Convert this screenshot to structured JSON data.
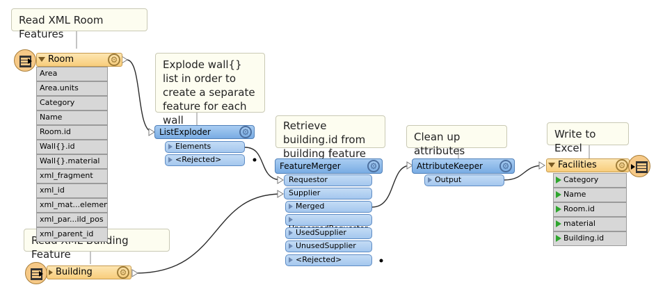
{
  "annotations": {
    "read_room": "Read XML Room Features",
    "explode": "Explode wall{} list in order to create a separate feature for each wall",
    "retrieve": "Retrieve building.id from building feature",
    "cleanup": "Clean up attributes",
    "write_excel": "Write to Excel",
    "read_building": "Read XML Building Feature"
  },
  "room_reader": {
    "name": "Room",
    "attributes": [
      "Area",
      "Area.units",
      "Category",
      "Name",
      "Room.id",
      "Wall{}.id",
      "Wall{}.material",
      "xml_fragment",
      "xml_id",
      "xml_mat...element",
      "xml_par...ild_pos",
      "xml_parent_id"
    ]
  },
  "building_reader": {
    "name": "Building"
  },
  "list_exploder": {
    "name": "ListExploder",
    "outputs": [
      "Elements",
      "<Rejected>"
    ]
  },
  "feature_merger": {
    "name": "FeatureMerger",
    "inputs": [
      "Requestor",
      "Supplier"
    ],
    "outputs": [
      "Merged",
      "UnmergedRequestor",
      "UsedSupplier",
      "UnusedSupplier",
      "<Rejected>"
    ]
  },
  "attribute_keeper": {
    "name": "AttributeKeeper",
    "outputs": [
      "Output"
    ]
  },
  "writer": {
    "name": "Facilities",
    "attributes": [
      "Category",
      "Name",
      "Room.id",
      "material",
      "Building.id"
    ]
  },
  "colors": {
    "reader": "#f8cd7b",
    "transformer": "#79ace3",
    "port": "#a4c7ee",
    "attribute": "#d7d7d7",
    "annotation": "#fdfdf0"
  },
  "icons": [
    "database-reader-icon",
    "database-writer-icon",
    "gear-icon",
    "collapse-triangle-icon",
    "port-triangle-icon",
    "attribute-arrow-icon"
  ]
}
